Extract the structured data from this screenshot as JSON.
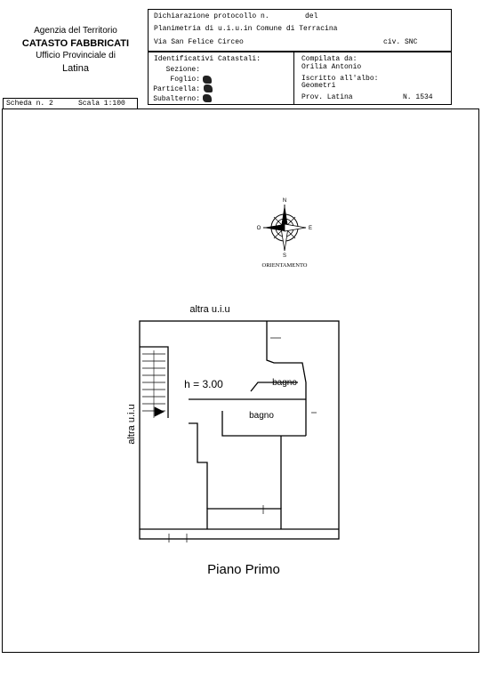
{
  "header": {
    "agency": "Agenzia del Territorio",
    "catasto": "CATASTO FABBRICATI",
    "ufficio": "Ufficio Provinciale di",
    "province": "Latina"
  },
  "protocol": {
    "dichiarazione": "Dichiarazione protocollo n.",
    "del": "del",
    "planimetria": "Planimetria di u.i.u.in Comune di Terracina",
    "via": "Via San Felice Circeo",
    "civ": "civ. SNC"
  },
  "identificativi": {
    "title": "Identificativi Catastali:",
    "sezione": "Sezione:",
    "foglio": "Foglio:",
    "particella": "Particella:",
    "subalterno": "Subalterno:"
  },
  "compilata": {
    "label": "Compilata da:",
    "name": "Orilia Antonio",
    "iscritto": "Iscritto all'albo:",
    "albo": "Geometri",
    "prov": "Prov. Latina",
    "num": "N.  1534"
  },
  "scheda": {
    "scheda": "Scheda n. 2",
    "scala": "Scala 1:100"
  },
  "compass": {
    "n": "N",
    "s": "S",
    "e": "E",
    "o": "O",
    "label": "ORIENTAMENTO"
  },
  "plan": {
    "altra_top": "altra u.i.u",
    "altra_left": "altra u.i.u",
    "height": "h = 3.00",
    "bagno1": "bagno",
    "bagno2": "bagno",
    "floor_title": "Piano Primo"
  }
}
